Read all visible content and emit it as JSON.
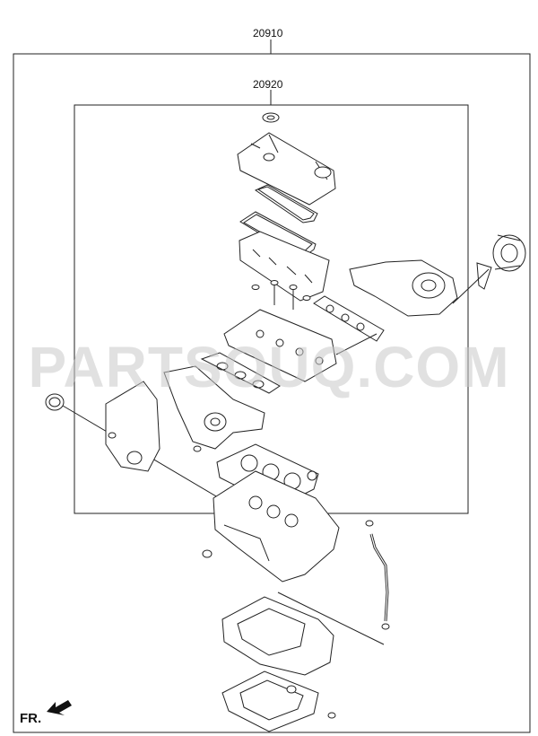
{
  "labels": {
    "outer_part_no": "20910",
    "inner_part_no": "20920",
    "front_marker": "FR."
  },
  "watermark": "PARTSOUQ.COM",
  "colors": {
    "line": "#222222",
    "fill": "#ffffff",
    "watermark": "#c8c8c8"
  }
}
